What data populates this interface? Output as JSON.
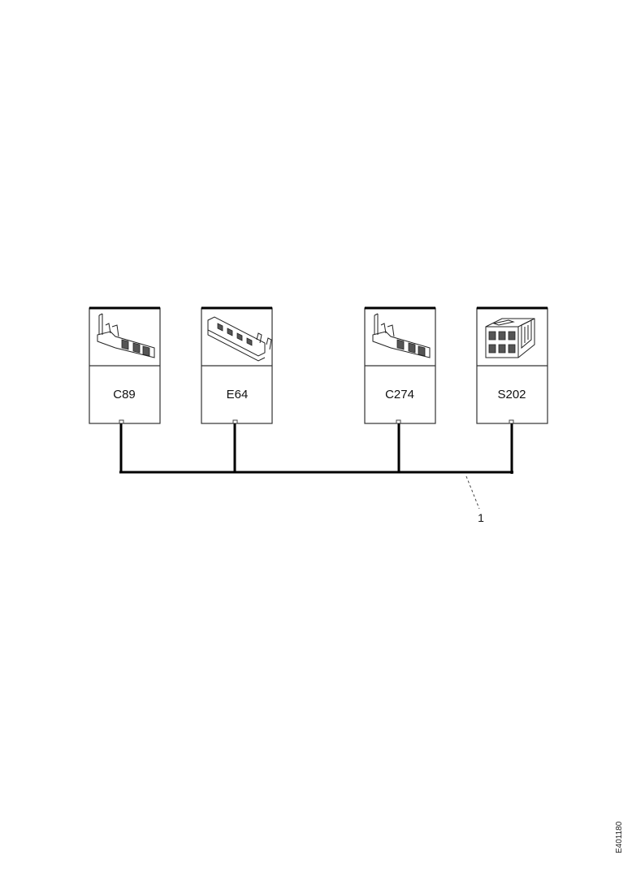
{
  "connectors": [
    {
      "id": "C89",
      "label": "C89",
      "icon": "terminal-pin-icon"
    },
    {
      "id": "E64",
      "label": "E64",
      "icon": "terminal-strip-icon"
    },
    {
      "id": "C274",
      "label": "C274",
      "icon": "terminal-pin-icon"
    },
    {
      "id": "S202",
      "label": "S202",
      "icon": "connector-housing-icon"
    }
  ],
  "callout": {
    "number": "1"
  },
  "reference_code": "E401180",
  "colors": {
    "line": "#000000",
    "background": "#ffffff"
  }
}
